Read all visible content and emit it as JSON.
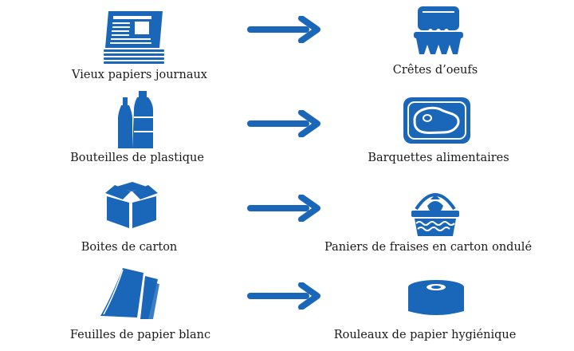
{
  "colors": {
    "icon": "#1a66b8",
    "text": "#1a1a1a"
  },
  "rows": [
    {
      "source": {
        "icon": "newspaper-stack-icon",
        "label": "Vieux papiers journaux"
      },
      "target": {
        "icon": "egg-carton-icon",
        "label": "Crêtes d’oeufs"
      }
    },
    {
      "source": {
        "icon": "plastic-bottles-icon",
        "label": "Bouteilles de plastique"
      },
      "target": {
        "icon": "meat-tray-icon",
        "label": "Barquettes alimentaires"
      }
    },
    {
      "source": {
        "icon": "cardboard-box-icon",
        "label": "Boites de carton"
      },
      "target": {
        "icon": "strawberry-basket-icon",
        "label": "Paniers de fraises en carton ondulé"
      }
    },
    {
      "source": {
        "icon": "paper-sheets-icon",
        "label": "Feuilles de papier blanc"
      },
      "target": {
        "icon": "toilet-paper-roll-icon",
        "label": "Rouleaux de papier hygiénique"
      }
    }
  ]
}
